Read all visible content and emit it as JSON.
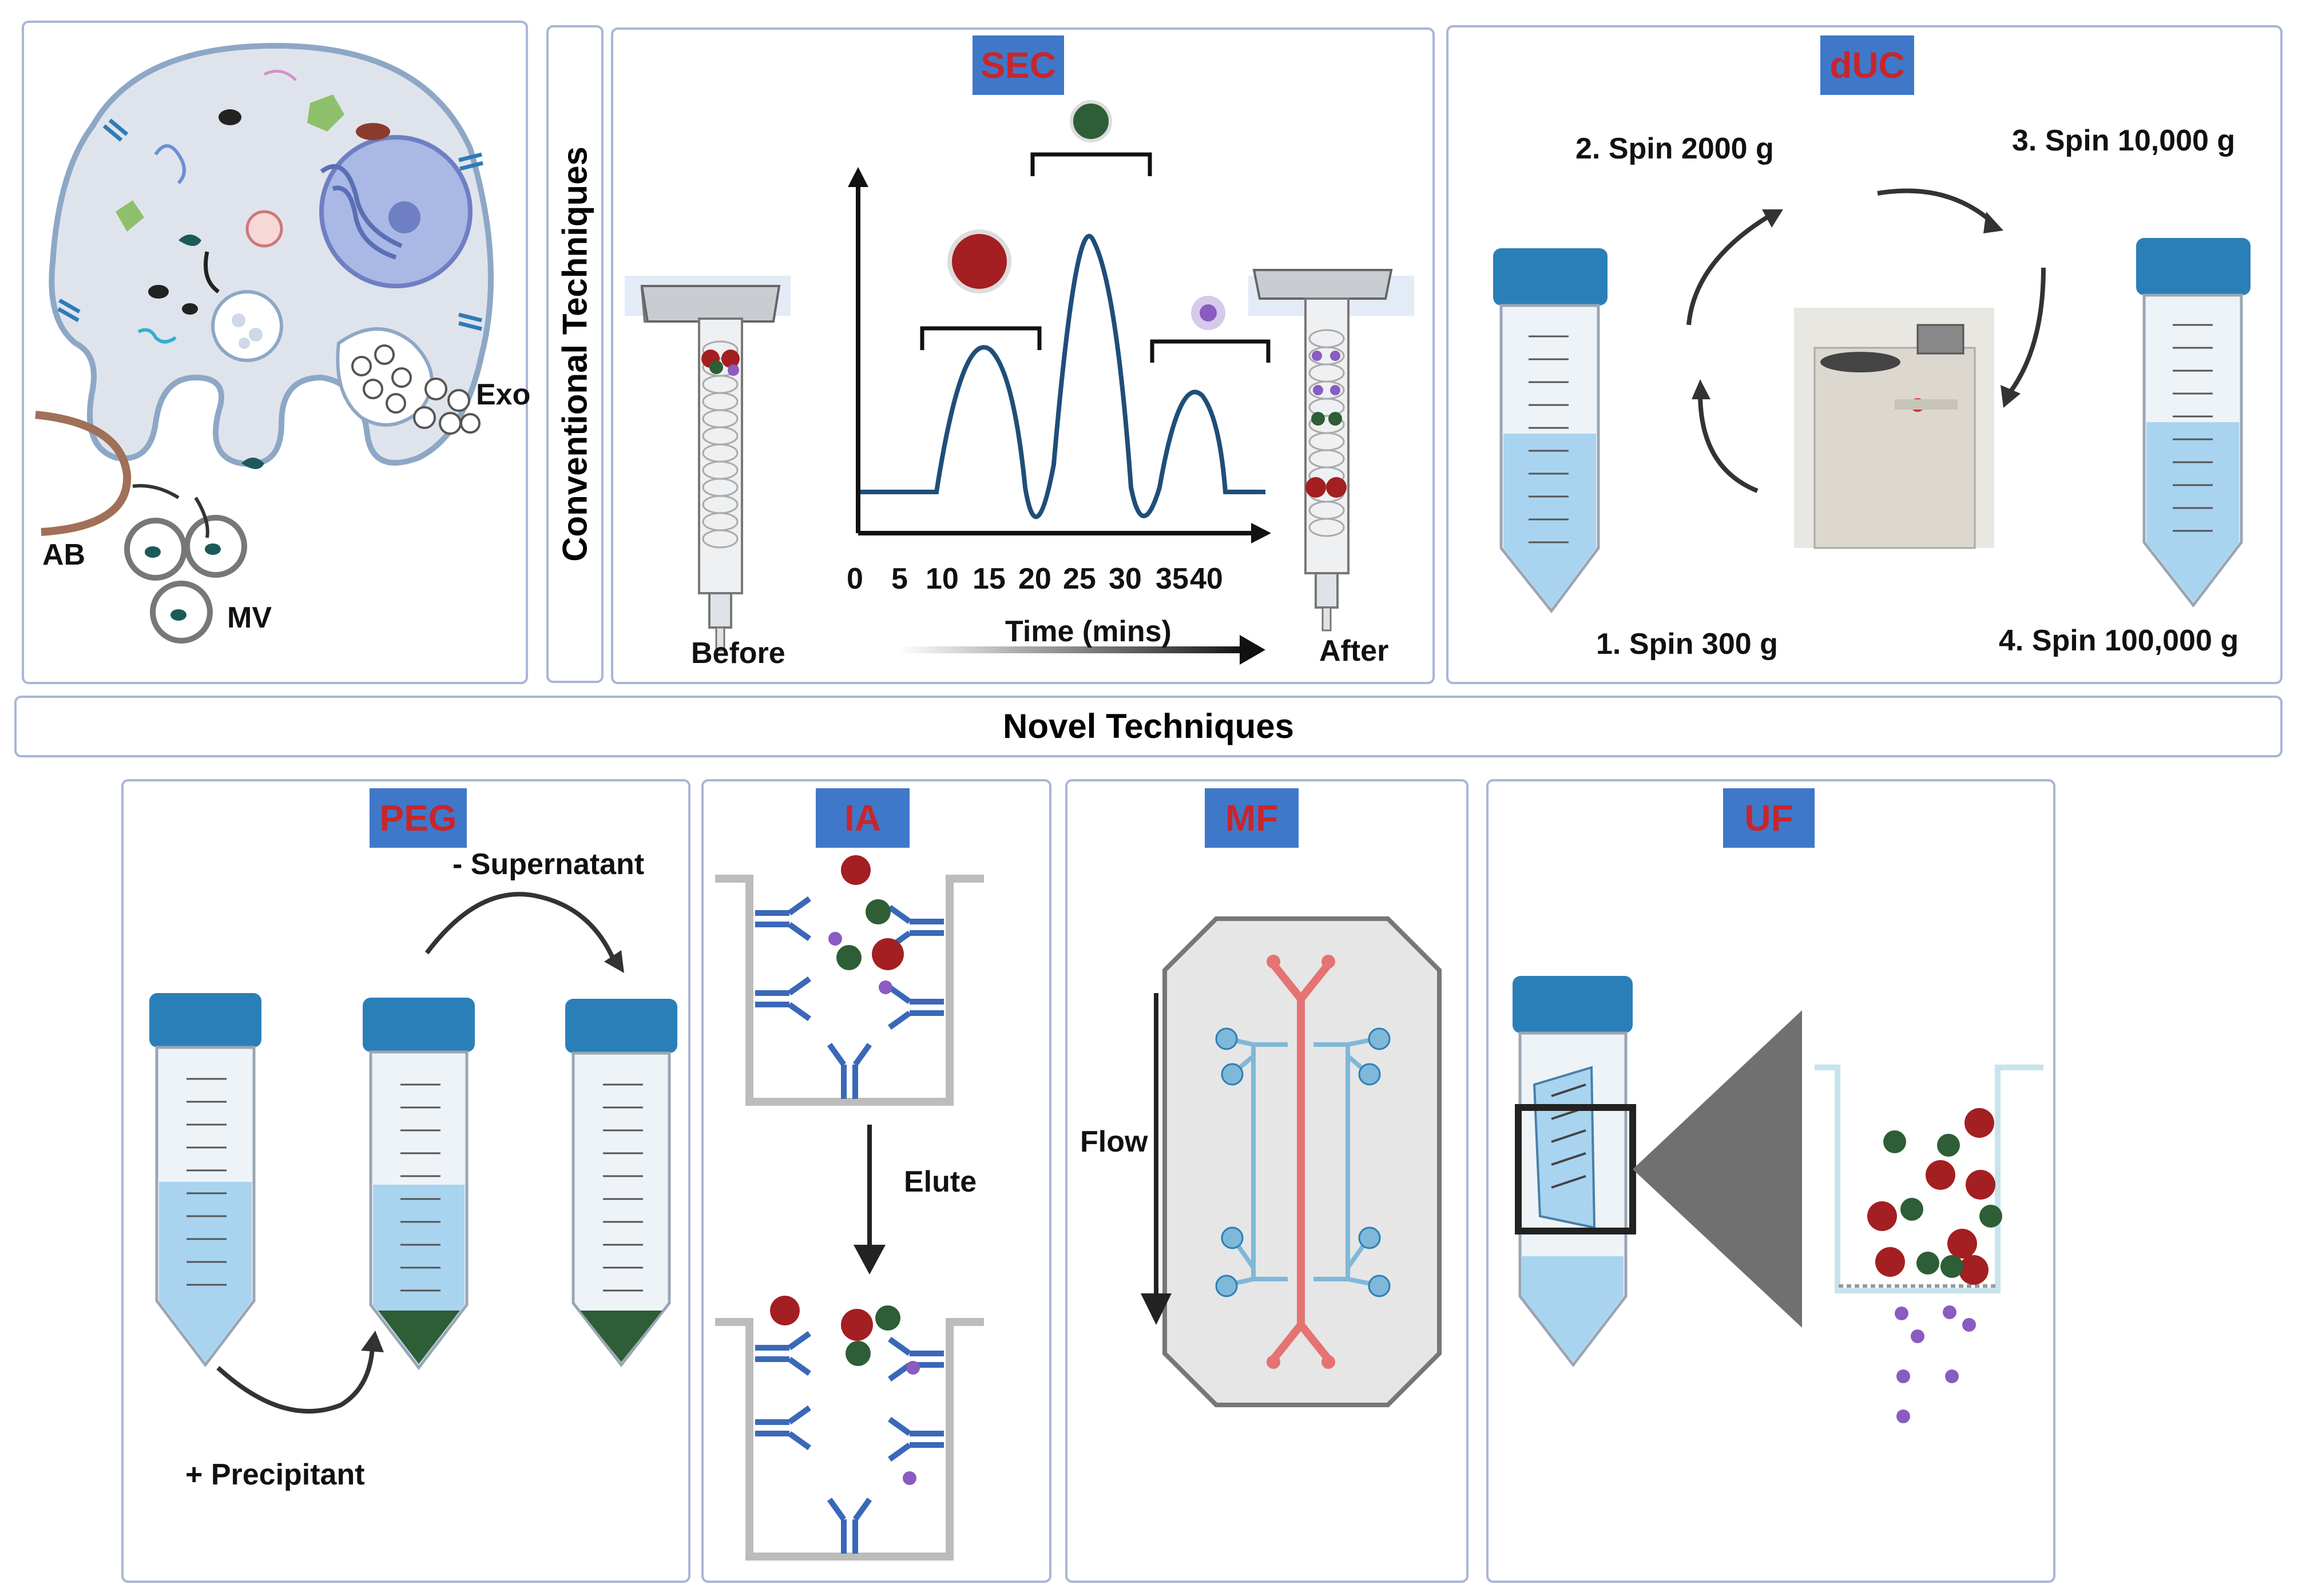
{
  "cell": {
    "labels": {
      "exo": "Exo",
      "ab": "AB",
      "mv": "MV"
    }
  },
  "conventional": {
    "title": "Conventional Techniques"
  },
  "sec": {
    "badge": "SEC",
    "before": "Before",
    "after": "After",
    "xaxis_label": "Time (mins)",
    "ticks": [
      "0",
      "5",
      "10",
      "15",
      "20",
      "25",
      "30",
      "35",
      "40"
    ]
  },
  "duc": {
    "badge": "dUC",
    "steps": [
      "1.  Spin 300 g",
      "2. Spin 2000 g",
      "3. Spin 10,000 g",
      "4. Spin 100,000 g"
    ]
  },
  "novel": {
    "title": "Novel Techniques"
  },
  "peg": {
    "badge": "PEG",
    "supernatant": "- Supernatant",
    "precipitant": "+ Precipitant"
  },
  "ia": {
    "badge": "IA",
    "elute": "Elute"
  },
  "mf": {
    "badge": "MF",
    "flow": "Flow"
  },
  "uf": {
    "badge": "UF"
  },
  "colors": {
    "panel_border": "#a9b6d6",
    "badge_bg": "#3f78c9",
    "badge_text": "#c7262c",
    "curve": "#1f4e79",
    "red_particle": "#a31f22",
    "green_particle": "#2e5e35",
    "purple_particle": "#8a5bc0",
    "tube_cap": "#2b7fb8",
    "liquid": "#a8d4f0",
    "antibody": "#3a68b8",
    "chip_red": "#e57373",
    "chip_blue": "#7fb8d8"
  }
}
